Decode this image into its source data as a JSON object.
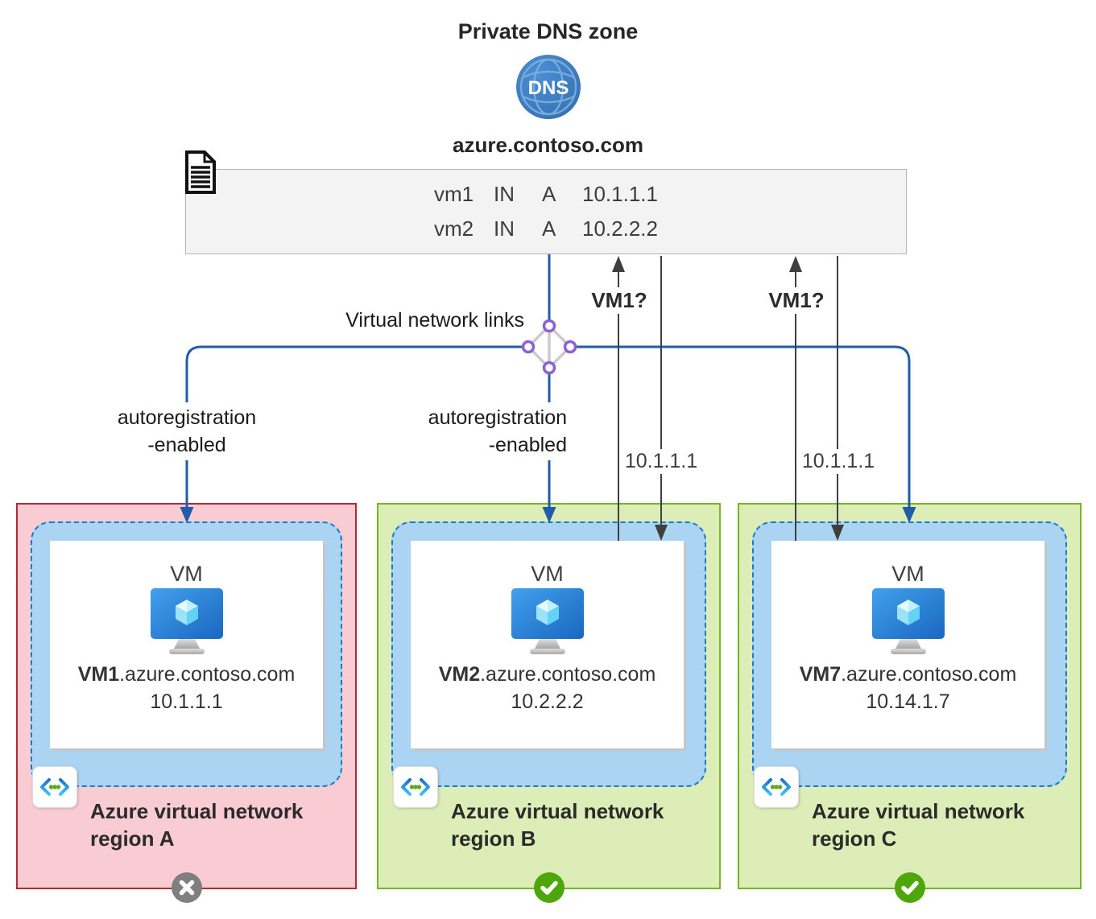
{
  "header": {
    "title": "Private DNS zone",
    "zone": "azure.contoso.com",
    "dns_icon_text": "DNS"
  },
  "record_table": {
    "rows": [
      [
        "vm1",
        "IN",
        "A",
        "10.1.1.1"
      ],
      [
        "vm2",
        "IN",
        "A",
        "10.2.2.2"
      ]
    ]
  },
  "links_label": "Virtual network links",
  "autoregistration": {
    "line1": "autoregistration",
    "line2": "-enabled"
  },
  "queries": [
    {
      "question": "VM1?",
      "answer": "10.1.1.1"
    },
    {
      "question": "VM1?",
      "answer": "10.1.1.1"
    }
  ],
  "regions": [
    {
      "vm_card_title": "VM",
      "vm_name": "VM1",
      "vm_domain": ".azure.contoso.com",
      "vm_ip": "10.1.1.1",
      "label_line1": "Azure virtual network",
      "label_line2": "region A",
      "status": "error"
    },
    {
      "vm_card_title": "VM",
      "vm_name": "VM2",
      "vm_domain": ".azure.contoso.com",
      "vm_ip": "10.2.2.2",
      "label_line1": "Azure virtual network",
      "label_line2": "region B",
      "status": "success"
    },
    {
      "vm_card_title": "VM",
      "vm_name": "VM7",
      "vm_domain": ".azure.contoso.com",
      "vm_ip": "10.14.1.7",
      "label_line1": "Azure virtual network",
      "label_line2": "region C",
      "status": "success"
    }
  ],
  "colors": {
    "blue_line": "#1f5ca9",
    "black_arrow": "#3f3f3f",
    "region_a_fill": "#f9cbd3",
    "region_a_border": "#b52a31",
    "region_bc_fill": "#ddedb8",
    "region_bc_border": "#74b71f",
    "vnet_fill": "#abd4f3",
    "vnet_border": "#1d7ac5",
    "status_error": "#7f7f7f",
    "status_success": "#4da70c",
    "dns_blue": "#3e80c6",
    "hub_purple": "#8f5fd6"
  }
}
